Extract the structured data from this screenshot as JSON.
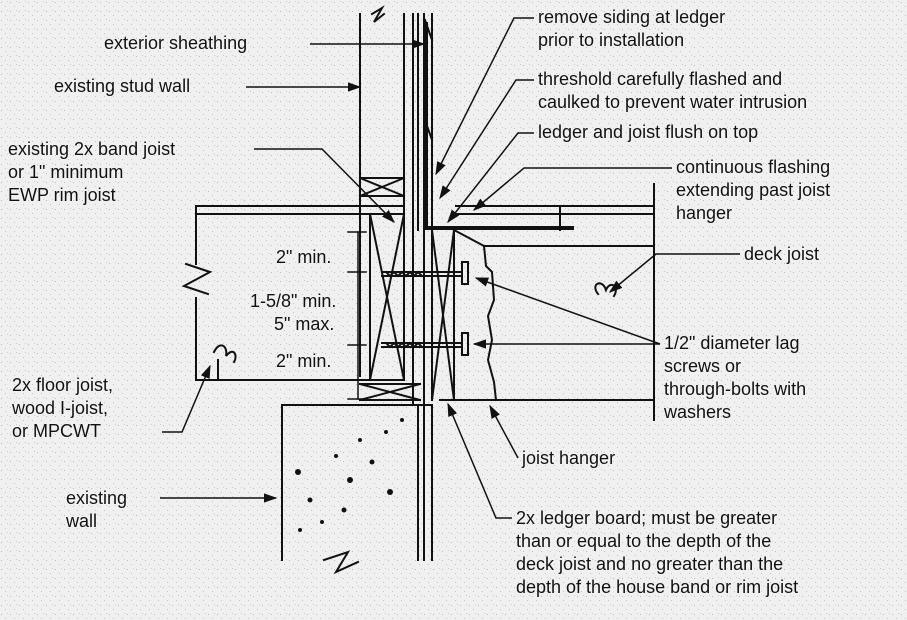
{
  "labels": {
    "exterior_sheathing": [
      "exterior sheathing"
    ],
    "existing_stud_wall": [
      "existing stud wall"
    ],
    "band_joist": [
      "existing 2x band joist",
      "or 1\" minimum",
      "EWP rim joist"
    ],
    "remove_siding": [
      "remove siding at ledger",
      "prior to installation"
    ],
    "threshold": [
      "threshold carefully flashed and",
      "caulked to prevent water intrusion"
    ],
    "ledger_flush": [
      "ledger and joist flush on top"
    ],
    "continuous_flashing": [
      "continuous flashing",
      "extending past joist",
      "hanger"
    ],
    "deck_joist": [
      "deck joist"
    ],
    "lag_screws": [
      "1/2\" diameter lag",
      "screws or",
      "through-bolts with",
      "washers"
    ],
    "joist_hanger": [
      "joist hanger"
    ],
    "floor_joist": [
      "2x floor joist,",
      "wood I-joist,",
      "or MPCWT"
    ],
    "existing_wall": [
      "existing",
      "wall"
    ],
    "ledger_board": [
      "2x ledger board; must be greater",
      "than or equal to the depth of the",
      "deck joist and no greater than the",
      "depth of the house band or rim joist"
    ]
  },
  "dimensions": {
    "top_min": "2\" min.",
    "spacing_min": "1-5/8\" min.",
    "spacing_max": "5\" max.",
    "bottom_min": "2\" min."
  },
  "colors": {
    "ink": "#111111",
    "background": "#f1f1f1"
  }
}
